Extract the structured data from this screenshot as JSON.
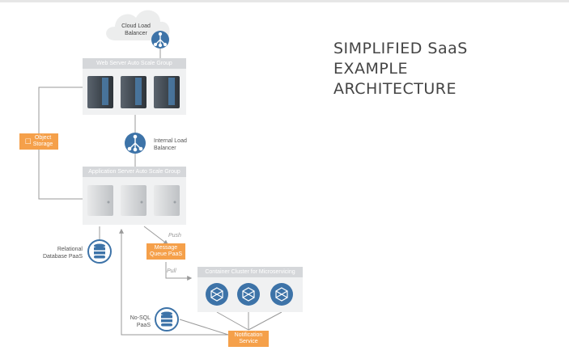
{
  "title_lines": [
    "SIMPLIFIED SaaS",
    "EXAMPLE",
    "ARCHITECTURE"
  ],
  "cloud_lb": {
    "line1": "Cloud Load",
    "line2": "Balancer"
  },
  "web_group": "Web Server Auto Scale Group",
  "internal_lb": {
    "line1": "Internal Load",
    "line2": "Balancer"
  },
  "object_storage": {
    "line1": "Object",
    "line2": "Storage"
  },
  "app_group": "Application Server Auto Scale Group",
  "relational_db": {
    "line1": "Relational",
    "line2": "Database PaaS"
  },
  "message_queue": {
    "line1": "Message",
    "line2": "Queue PaaS"
  },
  "push": "Push",
  "pull": "Pull",
  "container_group": "Container Cluster for Microservicing",
  "nosql": {
    "line1": "No-SQL",
    "line2": "PaaS"
  },
  "notification": {
    "line1": "Notification",
    "line2": "Service"
  },
  "colors": {
    "orange": "#f5a04a",
    "blue": "#3d73a8",
    "title": "#444444",
    "line": "#9a9a9a"
  }
}
